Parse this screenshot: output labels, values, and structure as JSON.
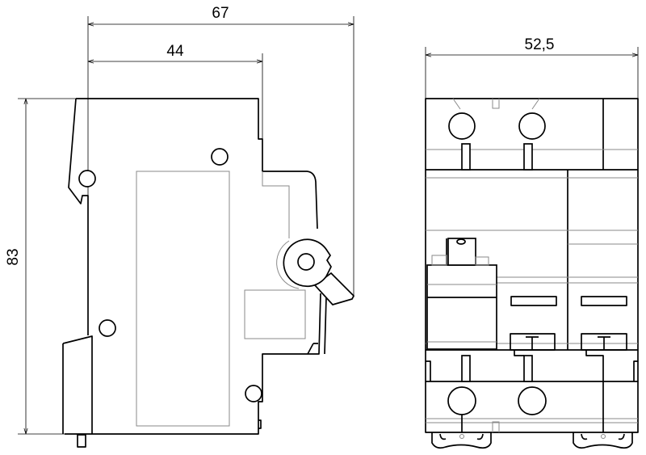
{
  "drawing": {
    "side_view": {
      "dimensions": {
        "overall_depth": "67",
        "body_depth": "44",
        "height": "83"
      }
    },
    "front_view": {
      "dimensions": {
        "width": "52,5"
      }
    },
    "colors": {
      "line": "#000000",
      "hidden_line": "#8a8a8a",
      "background": "#ffffff"
    }
  }
}
